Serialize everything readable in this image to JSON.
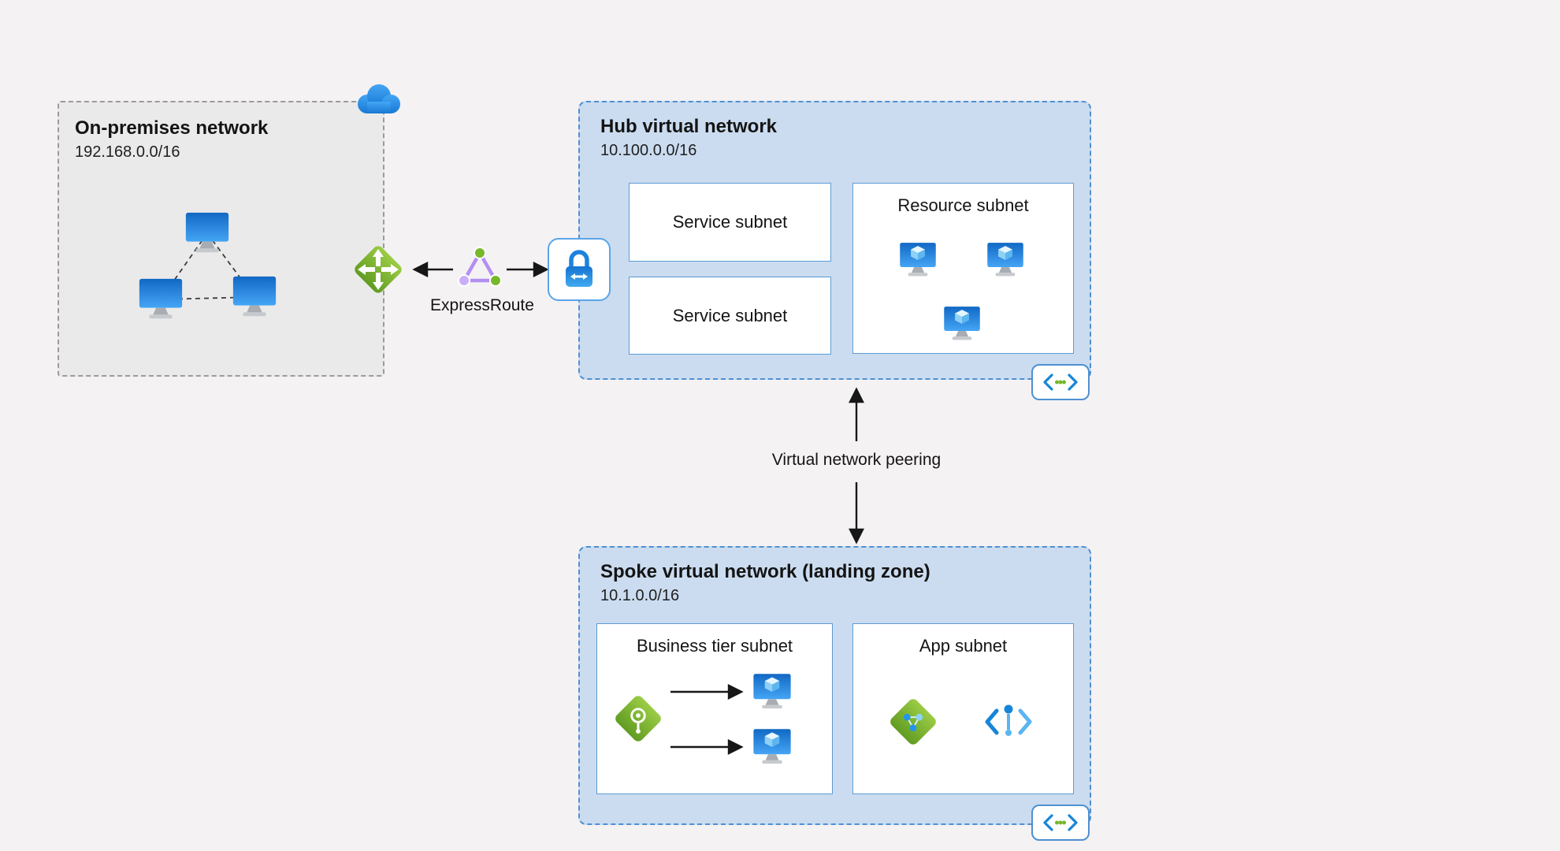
{
  "onprem": {
    "title": "On-premises network",
    "cidr": "192.168.0.0/16"
  },
  "hub": {
    "title": "Hub virtual network",
    "cidr": "10.100.0.0/16",
    "subnets": [
      "Service subnet",
      "Service subnet",
      "Resource subnet"
    ]
  },
  "spoke": {
    "title": "Spoke virtual network (landing zone)",
    "cidr": "10.1.0.0/16",
    "subnets": [
      "Business tier subnet",
      "App subnet"
    ]
  },
  "connections": {
    "expressroute": "ExpressRoute",
    "peering": "Virtual network peering"
  },
  "colors": {
    "background": "#f5f2f4",
    "vnet_fill": "#cbdcf0",
    "vnet_border": "#4e90d2",
    "onprem_fill": "#ebeaea",
    "onprem_border": "#9b9b9b",
    "subnet_border": "#5b9bd5",
    "azure_blue": "#1b83dc",
    "azure_green": "#76b82a",
    "expressroute_purple": "#b48ff2"
  },
  "icons": {
    "cloud": "cloud-icon",
    "gateway": "vpn-gateway-icon",
    "expressroute": "expressroute-icon",
    "lock": "gateway-lock-icon",
    "peering": "vnet-peering-icon",
    "monitor": "monitor-icon",
    "vm": "virtual-machine-icon",
    "load_balancer": "load-balancer-icon",
    "app_gateway": "application-gateway-icon",
    "api": "api-code-icon"
  }
}
